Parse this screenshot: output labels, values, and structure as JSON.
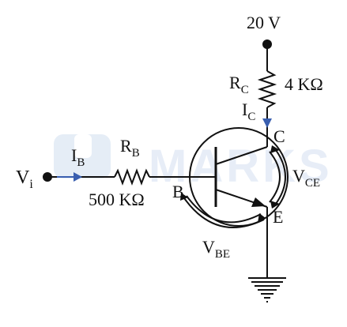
{
  "diagram": {
    "supply_label": "20 V",
    "rc": {
      "symbol": "R",
      "subscript": "C",
      "value": "4 KΩ"
    },
    "ic": {
      "symbol": "I",
      "subscript": "C"
    },
    "rb": {
      "symbol": "R",
      "subscript": "B",
      "value": "500 KΩ"
    },
    "ib": {
      "symbol": "I",
      "subscript": "B"
    },
    "vi": {
      "symbol": "V",
      "subscript": "i"
    },
    "terminals": {
      "collector": "C",
      "base": "B",
      "emitter": "E"
    },
    "vce": {
      "symbol": "V",
      "subscript": "CE"
    },
    "vbe": {
      "symbol": "V",
      "subscript": "BE"
    },
    "watermark": "MARKS"
  },
  "colors": {
    "wire": "#111111",
    "arrow": "#3a5fb0",
    "watermark": "#d9e4f3"
  }
}
